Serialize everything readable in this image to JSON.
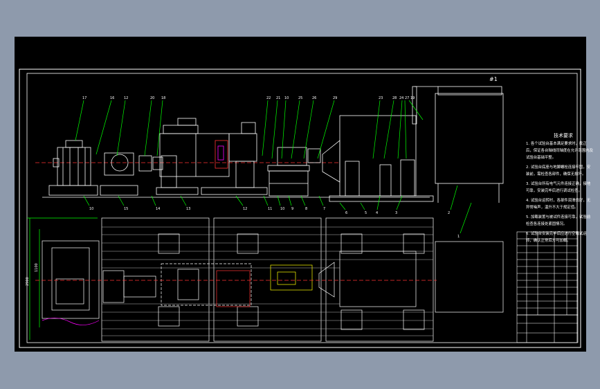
{
  "sheet": {
    "title_mark": "#1",
    "tech_requirements_title": "技术要求",
    "tech_requirements": [
      "1. 各个试验台基本满足要求时，找正后，保证各台轴线同轴度在允许范围内及试验台基础平整。",
      "2. 试验台底座与地脚螺栓连接牢固，安装前，需检查各部件，确保无损坏。",
      "3. 试验台所有电气元件连接正确，接地可靠，安装完毕后进行调试检查。",
      "4. 试验台运转时，各部件润滑良好，无异常噪声，温升不大于规定值。",
      "5. 加载装置与被试件连接可靠，试验前检查各连接处紧固情况。",
      "6. 试验台安装完毕后应进行空载试运转，确认正常后方可加载。"
    ],
    "dimensions": {
      "width_mark": "1100",
      "height_mark": "2900"
    },
    "callouts_top": [
      "17",
      "16",
      "12",
      "20",
      "18",
      "22",
      "21",
      "10",
      "25",
      "26",
      "29",
      "23",
      "28",
      "24",
      "27",
      "19"
    ],
    "callouts_bottom": [
      "10",
      "15",
      "14",
      "13",
      "12",
      "11",
      "10",
      "9",
      "8",
      "7",
      "6",
      "5",
      "4",
      "3",
      "2",
      "1"
    ]
  },
  "colors": {
    "background_outer": "#8e9aac",
    "background_drawing": "#000000",
    "lines": "#ffffff",
    "leaders": "#00ff00",
    "centerline": "#ff0000",
    "accent_yellow": "#ffff00",
    "accent_magenta": "#ff00ff",
    "accent_cyan": "#00ffff"
  }
}
